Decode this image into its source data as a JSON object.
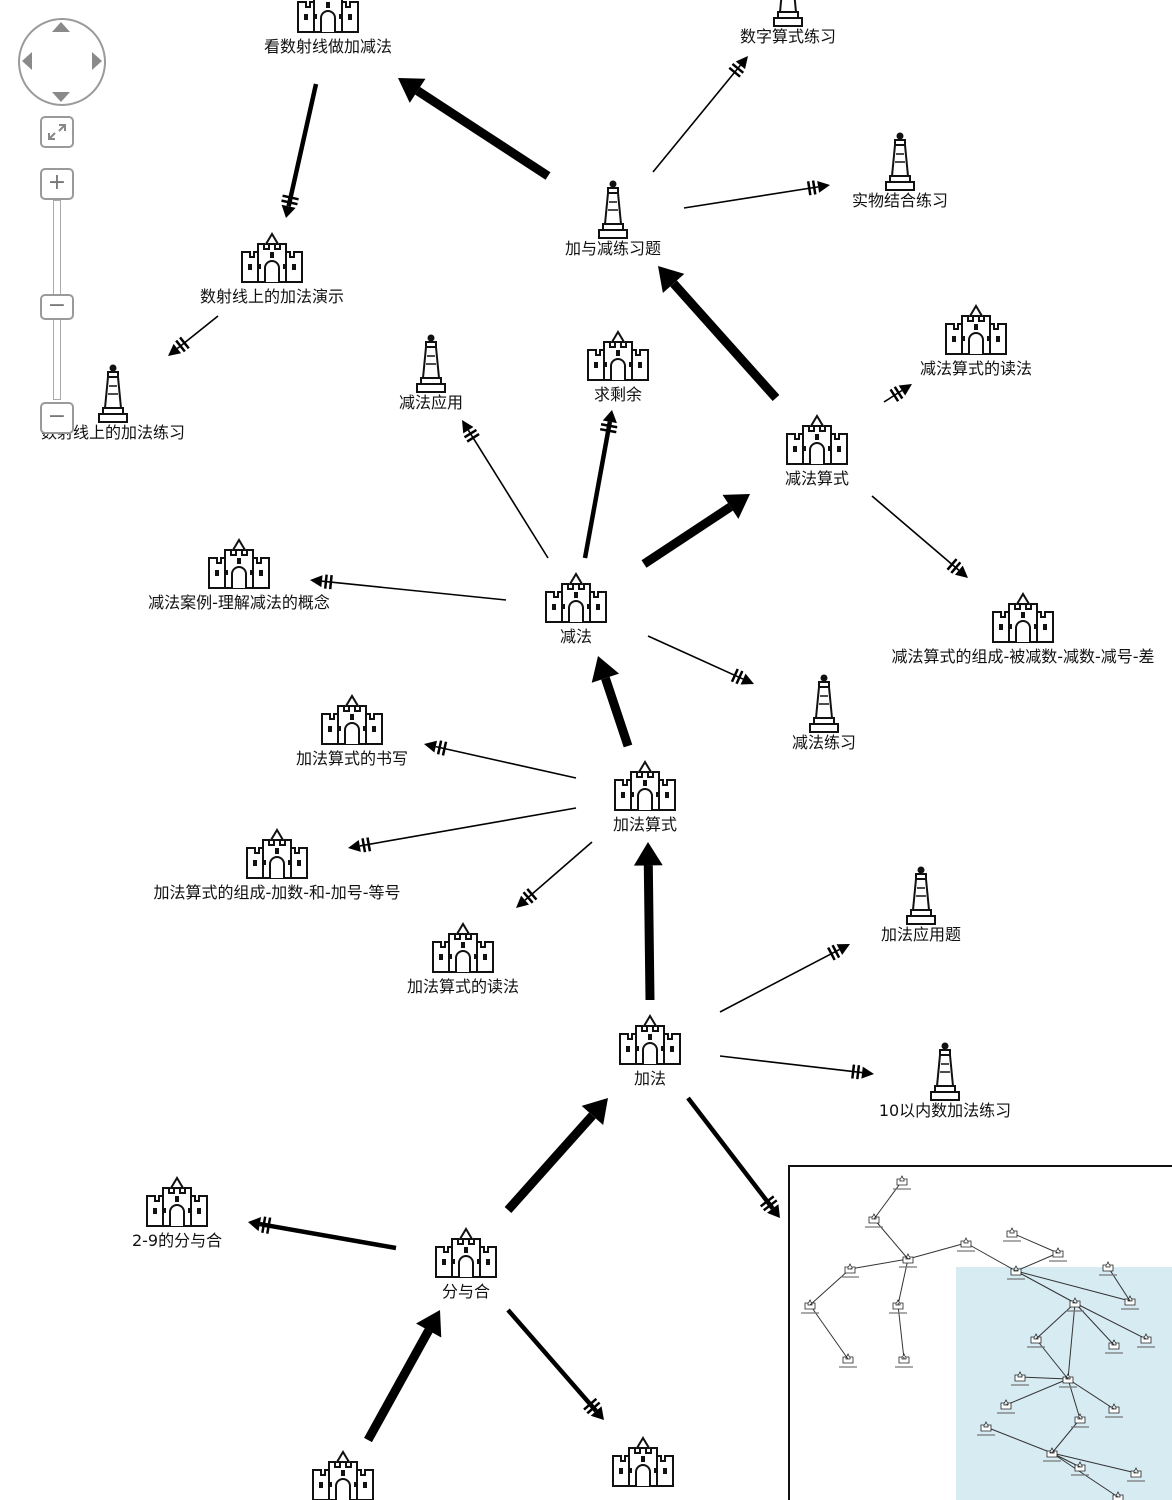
{
  "controls": {
    "zoom_in_label": "+",
    "zoom_out_label": "−",
    "zoom_out_alt_label": "−",
    "fit_icon": "expand-icon"
  },
  "graph": {
    "nodes": [
      {
        "id": "n1",
        "label": "看数射线做加减法",
        "icon": "castle"
      },
      {
        "id": "n2",
        "label": "数字算式练习",
        "icon": "tower"
      },
      {
        "id": "n3",
        "label": "实物结合练习",
        "icon": "tower"
      },
      {
        "id": "n4",
        "label": "加与减练习题",
        "icon": "tower"
      },
      {
        "id": "n5",
        "label": "数射线上的加法演示",
        "icon": "castle"
      },
      {
        "id": "n6",
        "label": "数射线上的加法练习",
        "icon": "tower"
      },
      {
        "id": "n7",
        "label": "减法应用",
        "icon": "tower"
      },
      {
        "id": "n8",
        "label": "求剩余",
        "icon": "castle"
      },
      {
        "id": "n9",
        "label": "减法算式的读法",
        "icon": "castle"
      },
      {
        "id": "n10",
        "label": "减法算式",
        "icon": "castle"
      },
      {
        "id": "n11",
        "label": "减法案例-理解减法的概念",
        "icon": "castle"
      },
      {
        "id": "n12",
        "label": "减法",
        "icon": "castle"
      },
      {
        "id": "n13",
        "label": "减法算式的组成-被减数-减数-减号-差",
        "icon": "castle"
      },
      {
        "id": "n14",
        "label": "减法练习",
        "icon": "tower"
      },
      {
        "id": "n15",
        "label": "加法算式的书写",
        "icon": "castle"
      },
      {
        "id": "n16",
        "label": "加法算式",
        "icon": "castle"
      },
      {
        "id": "n17",
        "label": "加法算式的组成-加数-和-加号-等号",
        "icon": "castle"
      },
      {
        "id": "n18",
        "label": "加法算式的读法",
        "icon": "castle"
      },
      {
        "id": "n19",
        "label": "加法应用题",
        "icon": "tower"
      },
      {
        "id": "n20",
        "label": "加法",
        "icon": "castle"
      },
      {
        "id": "n21",
        "label": "10以内数加法练习",
        "icon": "tower"
      },
      {
        "id": "n22",
        "label": "2-9的分与合",
        "icon": "castle"
      },
      {
        "id": "n23",
        "label": "分与合",
        "icon": "castle"
      },
      {
        "id": "n24",
        "label": "",
        "icon": "castle"
      },
      {
        "id": "n25",
        "label": "",
        "icon": "castle"
      }
    ],
    "edges": [
      {
        "from": "n4",
        "to": "n1",
        "weight": "heavy"
      },
      {
        "from": "n4",
        "to": "n2",
        "weight": "light"
      },
      {
        "from": "n4",
        "to": "n3",
        "weight": "light"
      },
      {
        "from": "n1",
        "to": "n5",
        "weight": "medium"
      },
      {
        "from": "n5",
        "to": "n6",
        "weight": "light"
      },
      {
        "from": "n10",
        "to": "n4",
        "weight": "heavy"
      },
      {
        "from": "n10",
        "to": "n9",
        "weight": "light"
      },
      {
        "from": "n10",
        "to": "n13",
        "weight": "light"
      },
      {
        "from": "n12",
        "to": "n10",
        "weight": "heavy"
      },
      {
        "from": "n12",
        "to": "n7",
        "weight": "light"
      },
      {
        "from": "n12",
        "to": "n8",
        "weight": "medium"
      },
      {
        "from": "n12",
        "to": "n11",
        "weight": "light"
      },
      {
        "from": "n12",
        "to": "n14",
        "weight": "light"
      },
      {
        "from": "n16",
        "to": "n12",
        "weight": "heavy"
      },
      {
        "from": "n16",
        "to": "n15",
        "weight": "light"
      },
      {
        "from": "n16",
        "to": "n17",
        "weight": "light"
      },
      {
        "from": "n16",
        "to": "n18",
        "weight": "light"
      },
      {
        "from": "n20",
        "to": "n16",
        "weight": "heavy"
      },
      {
        "from": "n20",
        "to": "n19",
        "weight": "light"
      },
      {
        "from": "n20",
        "to": "n21",
        "weight": "light"
      },
      {
        "from": "n20",
        "to": "mm",
        "weight": "medium"
      },
      {
        "from": "n23",
        "to": "n20",
        "weight": "heavy"
      },
      {
        "from": "n23",
        "to": "n22",
        "weight": "medium"
      },
      {
        "from": "n23",
        "to": "n25",
        "weight": "medium"
      },
      {
        "from": "n24",
        "to": "n23",
        "weight": "heavy"
      }
    ]
  },
  "minimap": {
    "viewport_color": "#c9e4ef"
  }
}
